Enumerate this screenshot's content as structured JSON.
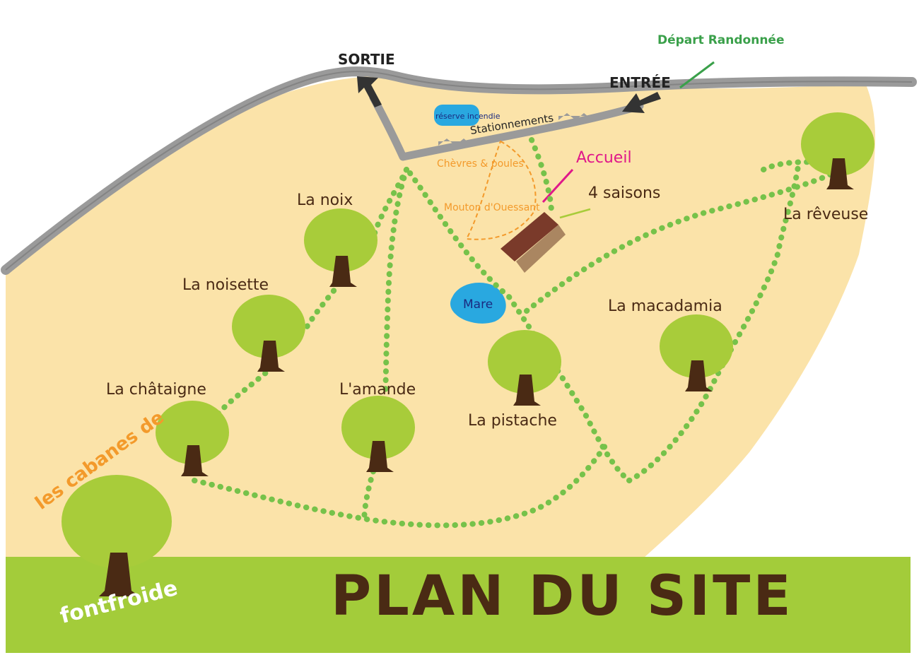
{
  "title": "PLAN DU SITE",
  "logo": {
    "line1": "les cabanes de",
    "line2": "fontfroide"
  },
  "roads": {
    "exit_label": "SORTIE",
    "entry_label": "ENTRÉE",
    "parking_label": "Stationnements",
    "hiking_start_label": "Départ Randonnée"
  },
  "features": {
    "fire_reserve": "réserve incendie",
    "goats": "Chèvres & poules",
    "sheep": "Mouton d'Ouessant",
    "reception": "Accueil",
    "four_seasons": "4 saisons",
    "pond": "Mare"
  },
  "cabins": [
    {
      "name": "La noix"
    },
    {
      "name": "La noisette"
    },
    {
      "name": "La châtaigne"
    },
    {
      "name": "L'amande"
    },
    {
      "name": "La pistache"
    },
    {
      "name": "La macadamia"
    },
    {
      "name": "La rêveuse"
    }
  ],
  "colors": {
    "land": "#fbe3a9",
    "road": "#9a9a9a",
    "trail": "#76c24a",
    "tree": "#a8cc3a",
    "trunk": "#4a2a14",
    "accent_pink": "#e0188a",
    "orange": "#f39a2b",
    "pond": "#29a8e0",
    "banner": "#a3cc3a"
  }
}
